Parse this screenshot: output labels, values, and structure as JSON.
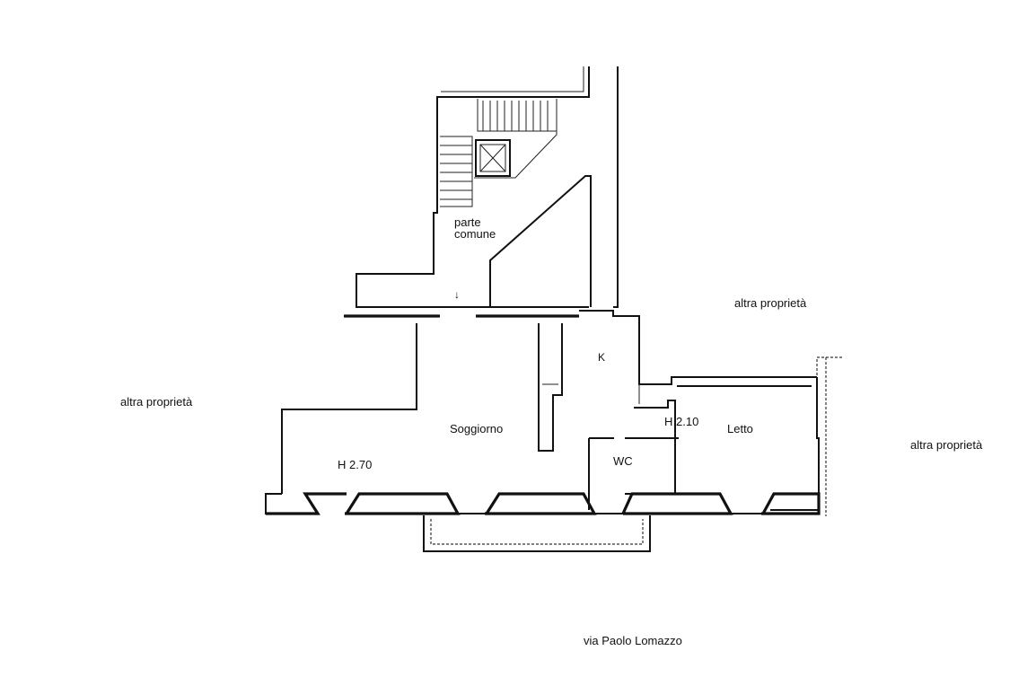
{
  "labels": {
    "common_line1": "parte",
    "common_line2": "comune",
    "other_top": "altra proprietà",
    "other_left": "altra proprietà",
    "other_right": "altra proprietà",
    "living": "Soggiorno",
    "kitchen": "K",
    "bath": "WC",
    "bedroom": "Letto",
    "height_main": "H 2.70",
    "height_bed": "H 2.10",
    "street": "via Paolo Lomazzo",
    "entry_mark": "↓"
  }
}
